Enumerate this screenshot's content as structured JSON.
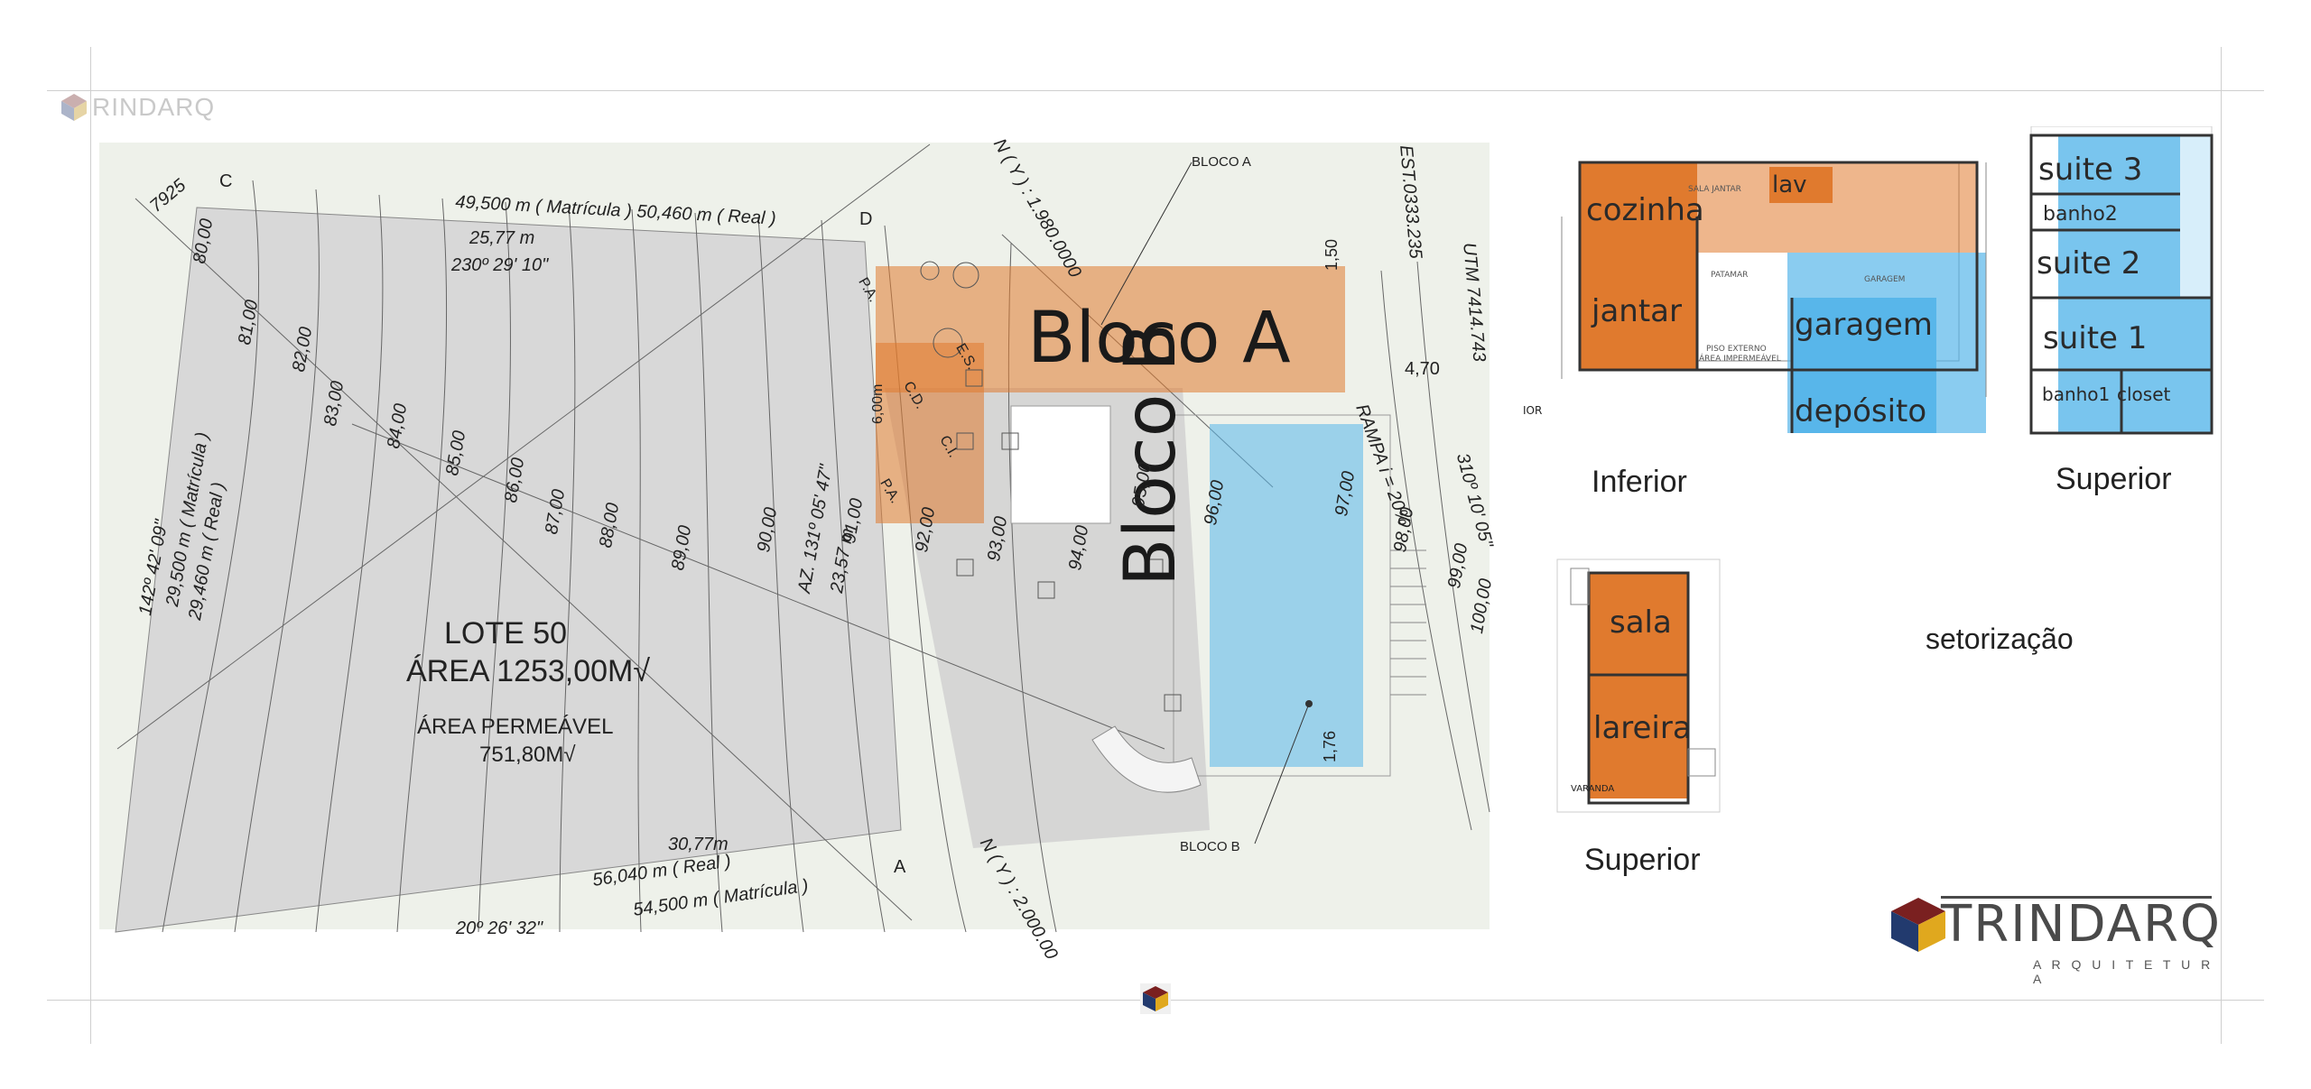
{
  "watermark": {
    "brand": "RINDARQ"
  },
  "site": {
    "lot_title": "LOTE 50",
    "lot_area": "ÁREA   1253,00M√",
    "perm_title": "ÁREA  PERMEÁVEL",
    "perm_area": "751,80M√",
    "bloco_a": "Bloco A",
    "bloco_b": "Bloco B",
    "bloco_a_tag": "BLOCO A",
    "bloco_b_tag": "BLOCO B",
    "dim_top": "49,500 m ( Matrícula )  50,460 m ( Real )",
    "dim_top2": "25,77 m",
    "angle_top": "230º 29' 10\"",
    "dim_bottom": "56,040 m ( Real )",
    "dim_bottom2": "54,500 m ( Matrícula )",
    "dim_bottom3": "30,77m",
    "angle_bottom": "20º 26' 32\"",
    "left_dim1": "142º 42' 09\"",
    "left_dim2": "29,500 m ( Matrícula )",
    "left_dim3": "29,460 m ( Real )",
    "az": "AZ. 131º 05' 47\"",
    "az2": "23,57 m",
    "ny_top": "N ( Y ) : 1.980.0000",
    "ny_bottom": "N ( Y ) : 2.000.00",
    "est": "EST.0333.235",
    "utm": "UTM 7414.743",
    "rampa": "RAMPA i = 20%",
    "angle_right": "310º 10' 05\"",
    "code_7925": "7925",
    "corner_c": "C",
    "corner_d": "D",
    "corner_a": "A",
    "dim_470": "4,70",
    "dim_150": "1,50",
    "dim_176": "1,76",
    "dim_600": "6,00m",
    "pa1": "P.A.",
    "pa2": "P.A.",
    "es": "E.S.",
    "cd": "C.D.",
    "ci": "C.I.",
    "contours": [
      "80,00",
      "81,00",
      "82,00",
      "83,00",
      "84,00",
      "85,00",
      "86,00",
      "87,00",
      "88,00",
      "89,00",
      "90,00",
      "91,00",
      "92,00",
      "93,00",
      "94,00",
      "95,00",
      "96,00",
      "97,00",
      "98,00",
      "99,00",
      "100,00"
    ]
  },
  "plans": {
    "inferior_label": "Inferior",
    "superior_label": "Superior",
    "superior2_label": "Superior",
    "setorizacao": "setorização",
    "inferior_rooms": [
      "cozinha",
      "lav",
      "jantar",
      "garagem",
      "depósito"
    ],
    "superior_rooms": [
      "suite 3",
      "banho2",
      "suite 2",
      "suite 1",
      "banho1",
      "closet"
    ],
    "superior2_rooms": [
      "sala",
      "lareira"
    ],
    "small_notes": {
      "patamar": "PATAMAR",
      "piso_externo": "PISO EXTERNO",
      "area_imperm": "ÁREA IMPERMEÁVEL",
      "varanda": "VARANDA",
      "sala_jantar": "SALA JANTAR",
      "garagem_tag": "GARAGEM",
      "ior": "IOR"
    }
  },
  "logo": {
    "name": "TRINDARQ",
    "sub": "A R Q U I T E T U R A"
  },
  "colors": {
    "orange": "#e07a2e",
    "blue": "#58b6ea",
    "lot_gray": "#d8d8d8"
  }
}
